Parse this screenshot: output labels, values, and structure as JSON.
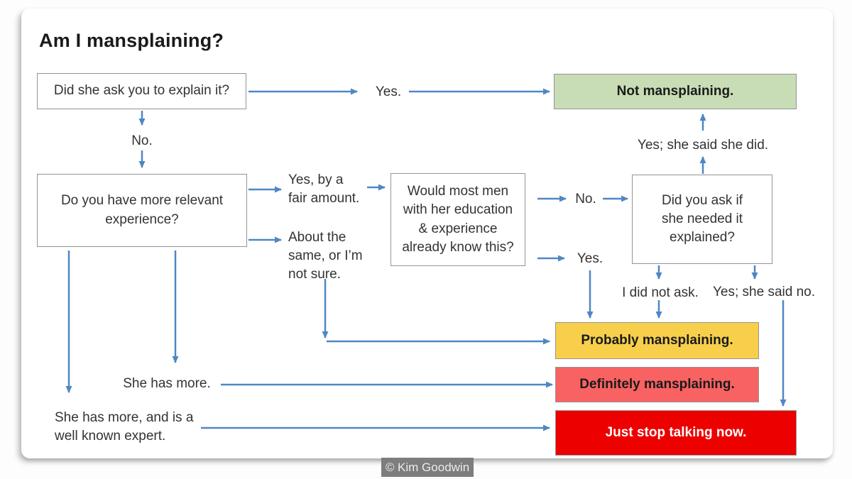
{
  "title": "Am I mansplaining?",
  "attribution": "© Kim Goodwin",
  "colors": {
    "arrow": "#4f87c3",
    "green": "#c8ddb5",
    "yellow": "#f8cf4b",
    "salmon": "#f96262",
    "red": "#ec0000",
    "boxBorder": "#949494",
    "attributionBg": "#7d7d7d"
  },
  "questions": {
    "ask_explain": "Did she ask you to explain it?",
    "more_experience": "Do you have more relevant\nexperience?",
    "most_men_know": "Would most men\nwith her education\n& experience\nalready know this?",
    "did_you_ask": "Did you ask if\nshe needed it\nexplained?"
  },
  "outcomes": {
    "not_mansplaining": "Not mansplaining.",
    "probably": "Probably mansplaining.",
    "definitely": "Definitely mansplaining.",
    "just_stop": "Just stop talking now."
  },
  "labels": {
    "yes_top": "Yes.",
    "no_top": "No.",
    "yes_fair": "Yes, by a\nfair amount.",
    "about_same": "About the\nsame, or I’m\nnot sure.",
    "no_mid": "No.",
    "yes_mid": "Yes.",
    "yes_she_said_she_did": "Yes; she said she did.",
    "i_did_not_ask": "I did not ask.",
    "yes_she_said_no": "Yes; she said no.",
    "she_has_more": "She has more.",
    "she_has_more_expert": "She has more, and is a\nwell known expert."
  }
}
